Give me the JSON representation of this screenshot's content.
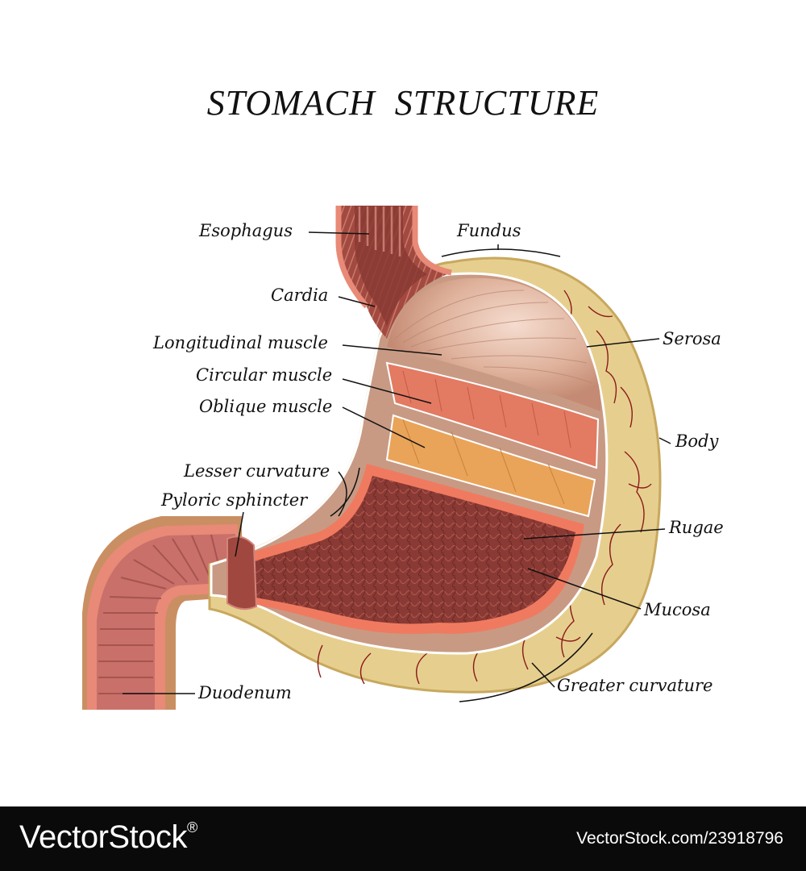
{
  "title": "STOMACH  STRUCTURE",
  "labels": {
    "esophagus": "Esophagus",
    "fundus": "Fundus",
    "cardia": "Cardia",
    "longitudinal_muscle": "Longitudinal muscle",
    "circular_muscle": "Circular muscle",
    "oblique_muscle": "Oblique muscle",
    "serosa": "Serosa",
    "body": "Body",
    "lesser_curvature": "Lesser curvature",
    "pyloric_sphincter": "Pyloric sphincter",
    "rugae": "Rugae",
    "mucosa": "Mucosa",
    "duodenum": "Duodenum",
    "greater_curvature": "Greater curvature"
  },
  "footer": {
    "brand": "VectorStock",
    "brand_mark": "®",
    "credit": "VectorStock.com/23918796"
  },
  "colors": {
    "serosa_fill": "#e6cf8e",
    "serosa_vein": "#8b1a1a",
    "muscle_outer": "#c89a84",
    "longitudinal": "#d9a793",
    "circular": "#e37a62",
    "oblique": "#e9a45a",
    "mucosa_inner": "#8a3a34",
    "mucosa_edge": "#f07a60",
    "duodenum": "#c97c70"
  }
}
